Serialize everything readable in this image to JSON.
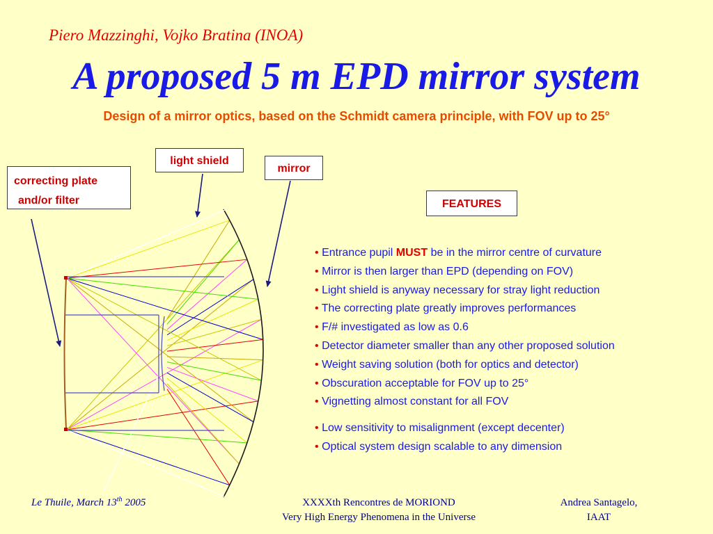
{
  "header": {
    "authors": "Piero Mazzinghi, Vojko Bratina (INOA)",
    "title": "A proposed 5 m EPD mirror system",
    "subtitle": "Design of a mirror optics, based on the Schmidt camera principle, with FOV up to 25°"
  },
  "diagram": {
    "labels": {
      "correcting_plate_line1": "correcting plate",
      "correcting_plate_line2": "and/or filter",
      "light_shield": "light shield",
      "mirror": "mirror"
    },
    "colors": {
      "frame": "#4A4AC8",
      "arrow": "#1A1A80",
      "plate": "#A06020",
      "rays": [
        "#E8E800",
        "#C8C800",
        "#E60000",
        "#CCAA00",
        "#44DD00",
        "#FF44FF",
        "#0000CC"
      ]
    }
  },
  "features": {
    "heading": "FEATURES",
    "bullet": "•",
    "items": [
      {
        "text_before": "Entrance pupil ",
        "emphasis": "MUST",
        "text_after": " be in the mirror centre of curvature"
      },
      {
        "text": "Mirror is then larger than EPD (depending on FOV)"
      },
      {
        "text": "Light shield is anyway necessary for stray light reduction"
      },
      {
        "text": "The correcting plate greatly improves performances"
      },
      {
        "text": "F/# investigated as low as 0.6"
      },
      {
        "text": "Detector diameter smaller than any other proposed solution"
      },
      {
        "text": "Weight saving solution (both for optics and detector)"
      },
      {
        "text": "Obscuration acceptable for FOV up to 25°"
      },
      {
        "text": "Vignetting almost constant for all FOV"
      },
      {
        "text": "Low sensitivity to misalignment (except decenter)"
      },
      {
        "text": "Optical system design scalable to any dimension"
      }
    ]
  },
  "footer": {
    "left_place": "Le Thuile, March 13",
    "left_sup": "th",
    "left_year": " 2005",
    "center_line1": "XXXXth Rencontres de MORIOND",
    "center_line2": "Very High Energy Phenomena in the Universe",
    "right_line1": "Andrea Santagelo,",
    "right_line2": "IAAT"
  }
}
